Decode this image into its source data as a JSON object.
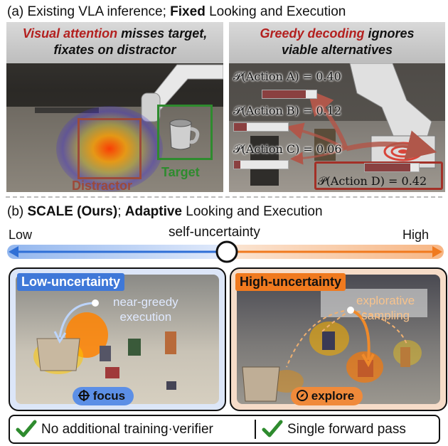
{
  "top_heading": {
    "prefix": "(a) Existing VLA inference; ",
    "bold": "Fixed",
    "suffix": " Looking and Execution"
  },
  "left_panel": {
    "line1_red": "Visual attention",
    "line1_black": " misses target,",
    "line2": "fixates on distractor",
    "distractor_label": "Distractor",
    "target_label": "Target",
    "distractor_color": "#9c4a3a",
    "target_color": "#2e8b2e"
  },
  "right_panel": {
    "line1_red": "Greedy decoding",
    "line1_black": " ignores",
    "line2": "viable alternatives",
    "actions": [
      {
        "label": "𝒫(Action A) = 0.40",
        "prob": 0.4
      },
      {
        "label": "𝒫(Action B) = 0.12",
        "prob": 0.12
      },
      {
        "label": "𝒫(Action C) = 0.06",
        "prob": 0.06
      },
      {
        "label": "𝒫(Action D) = 0.42",
        "prob": 0.42
      }
    ]
  },
  "bottom_heading": {
    "prefix": "(b) ",
    "bold1": "SCALE (Ours)",
    "mid": "; ",
    "bold2": "Adaptive",
    "suffix": " Looking and Execution"
  },
  "scale": {
    "low": "Low",
    "center": "self-uncertainty",
    "high": "High",
    "low_color": "#2f6fd6",
    "high_color": "#f07a1f"
  },
  "low_panel": {
    "tag": "Low-uncertainty",
    "note_line1": "near-greedy",
    "note_line2": "execution",
    "pill": "focus",
    "pill_icon": "crosshair-icon"
  },
  "high_panel": {
    "tag": "High-uncertainty",
    "note_line1": "explorative",
    "note_line2": "sampling",
    "pill": "explore",
    "pill_icon": "compass-icon"
  },
  "footer": {
    "item1": "No additional training·verifier",
    "item2": "Single forward pass",
    "check_color": "#2e8b2e"
  }
}
